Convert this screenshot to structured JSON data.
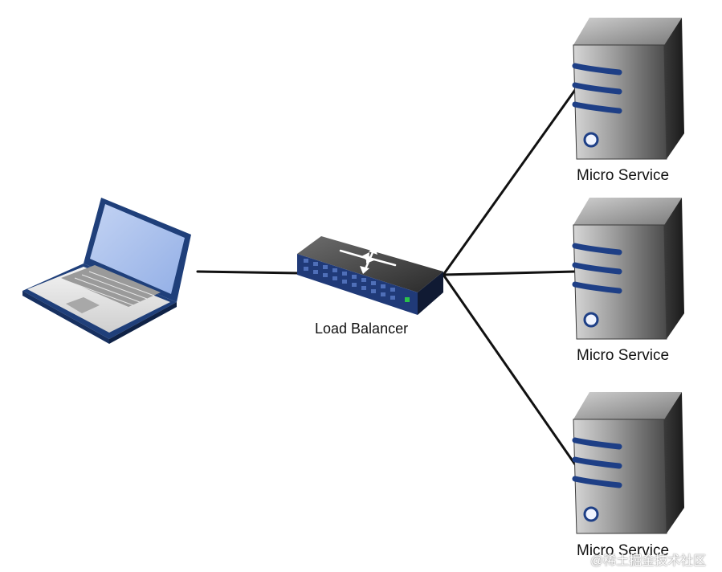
{
  "nodes": {
    "client": {
      "icon": "laptop-icon"
    },
    "load_balancer": {
      "label": "Load Balancer",
      "icon": "network-switch-icon"
    },
    "services": [
      {
        "label": "Micro Service",
        "icon": "server-tower-icon"
      },
      {
        "label": "Micro Service",
        "icon": "server-tower-icon"
      },
      {
        "label": "Micro Service",
        "icon": "server-tower-icon"
      }
    ]
  },
  "edges": [
    {
      "from": "client",
      "to": "load_balancer"
    },
    {
      "from": "load_balancer",
      "to": "services.0"
    },
    {
      "from": "load_balancer",
      "to": "services.1"
    },
    {
      "from": "load_balancer",
      "to": "services.2"
    }
  ],
  "watermark": "@稀土掘金技术社区",
  "colors": {
    "laptop_screen": "#a9c1ec",
    "laptop_frame": "#1f3f7a",
    "server_stripe": "#1e3f86",
    "connector": "#111111",
    "label_text": "#111111"
  }
}
